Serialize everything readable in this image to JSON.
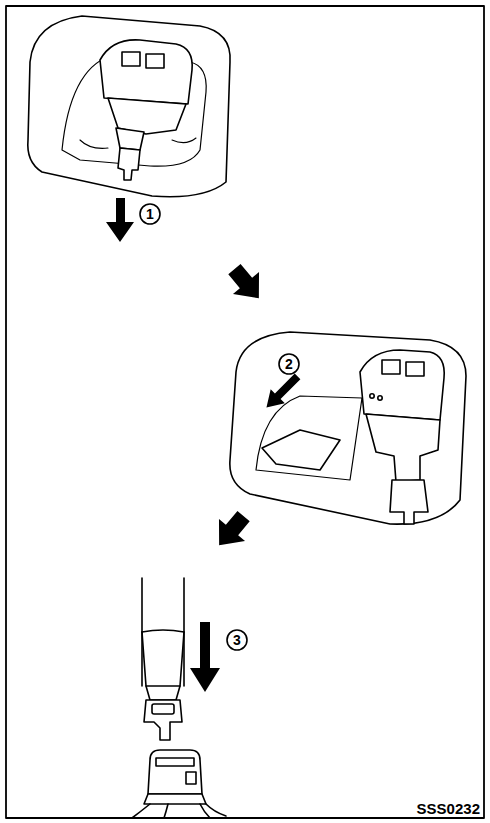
{
  "diagram": {
    "labels": [
      "1",
      "2",
      "3",
      "SSS0232"
    ]
  }
}
